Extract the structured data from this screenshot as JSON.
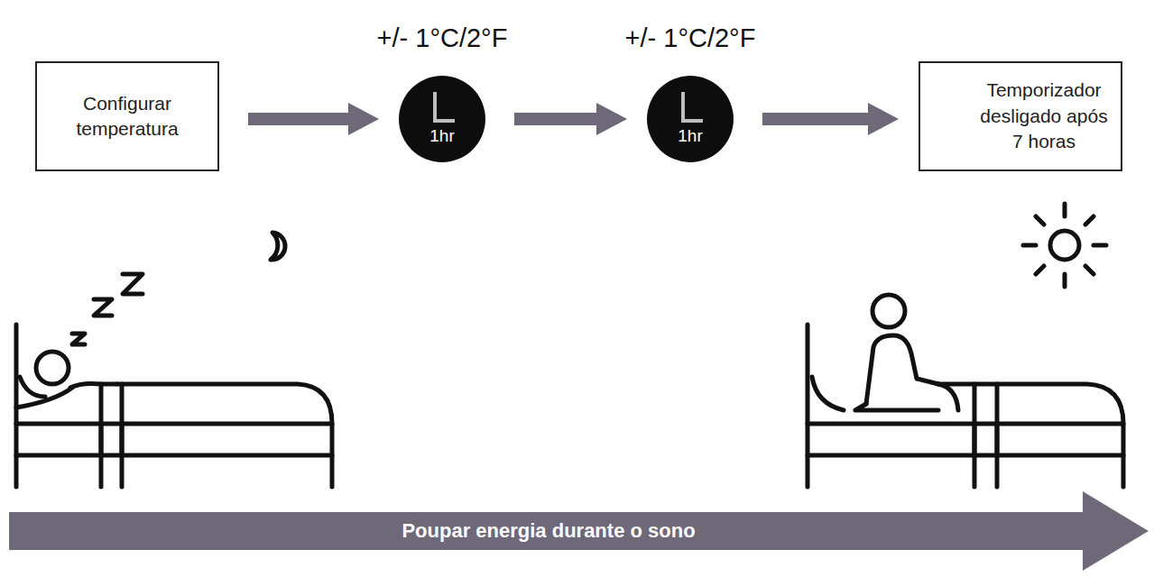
{
  "diagram": {
    "nodes": [
      {
        "text": [
          "Configurar temperatura"
        ]
      },
      {
        "text": [
          "+/- 1°C/2°F",
          "1hr"
        ]
      },
      {
        "text": [
          "+/- 1°C/2°F",
          "1hr"
        ]
      },
      {
        "text": [
          "Temporizador desligado após 7 horas"
        ]
      },
      {
        "text": [
          "Poupar energia durante o sono"
        ]
      }
    ],
    "edges": [
      {
        "from": 0,
        "to": 1,
        "arrow": "to"
      },
      {
        "from": 1,
        "to": 2,
        "arrow": "to"
      },
      {
        "from": 2,
        "to": 3,
        "arrow": "to"
      }
    ]
  }
}
